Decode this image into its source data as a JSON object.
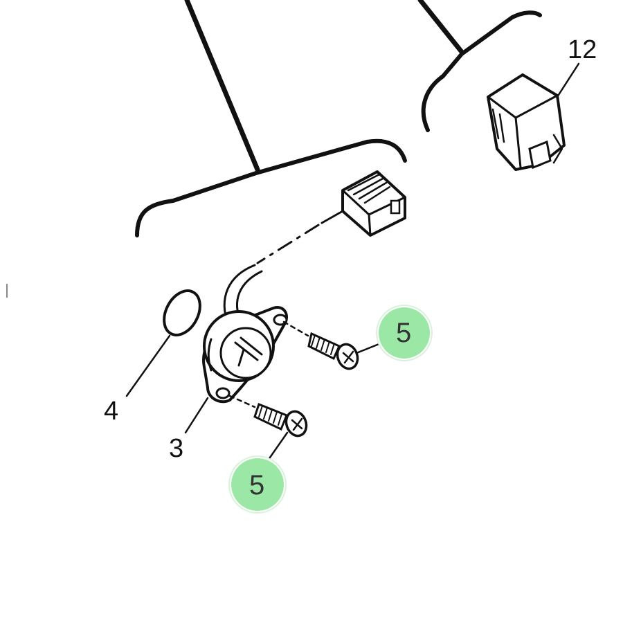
{
  "diagram": {
    "callouts": {
      "c12": "12",
      "c4": "4",
      "c3": "3"
    },
    "hotspots": {
      "h5a": "5",
      "h5b": "5"
    },
    "highlight_color": "#9be8a6"
  }
}
